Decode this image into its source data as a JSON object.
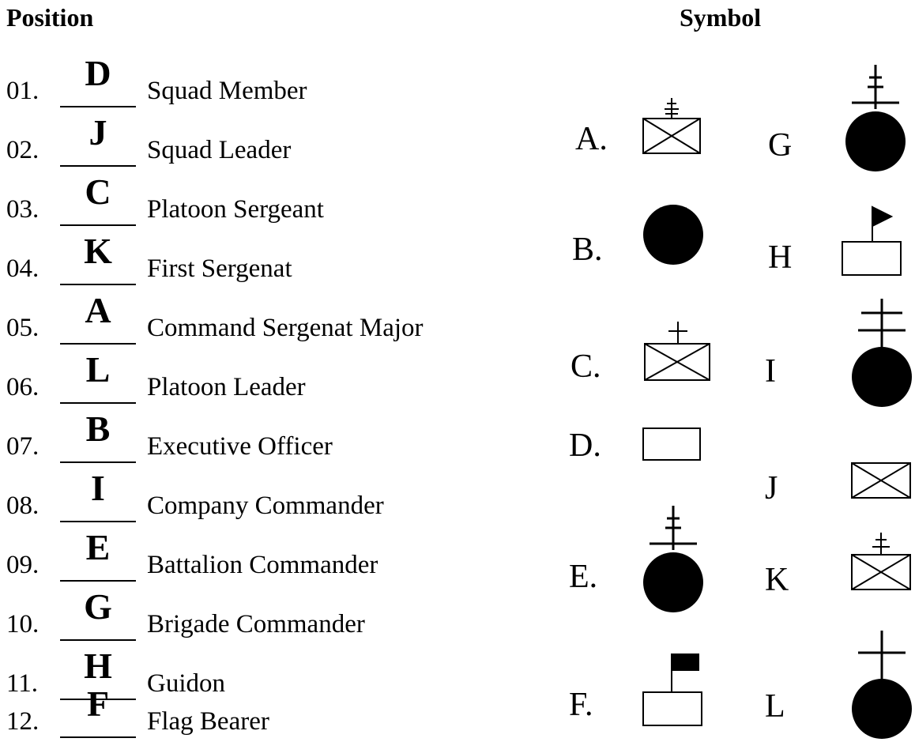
{
  "headers": {
    "position": "Position",
    "symbol": "Symbol"
  },
  "rows": [
    {
      "num": "01.",
      "answer": "D",
      "position": "Squad Member"
    },
    {
      "num": "02.",
      "answer": "J",
      "position": "Squad Leader"
    },
    {
      "num": "03.",
      "answer": "C",
      "position": "Platoon Sergeant"
    },
    {
      "num": "04.",
      "answer": "K",
      "position": "First Sergenat"
    },
    {
      "num": "05.",
      "answer": "A",
      "position": "Command Sergenat Major"
    },
    {
      "num": "06.",
      "answer": "L",
      "position": "Platoon Leader"
    },
    {
      "num": "07.",
      "answer": "B",
      "position": "Executive Officer"
    },
    {
      "num": "08.",
      "answer": "I",
      "position": "Company Commander"
    },
    {
      "num": "09.",
      "answer": "E",
      "position": "Battalion Commander"
    },
    {
      "num": "10.",
      "answer": "G",
      "position": "Brigade Commander"
    },
    {
      "num": "11.",
      "answer": "H",
      "position": "Guidon"
    },
    {
      "num": "12.",
      "answer": "F",
      "position": "Flag Bearer"
    }
  ],
  "symbols": {
    "A": {
      "label": "A.",
      "icon": "crossed-box-double-cross-icon"
    },
    "B": {
      "label": "B.",
      "icon": "filled-circle-double-bar-icon"
    },
    "C": {
      "label": "C.",
      "icon": "crossed-box-cross-icon"
    },
    "D": {
      "label": "D.",
      "icon": "empty-box-icon"
    },
    "E": {
      "label": "E.",
      "icon": "filled-circle-triple-cross-icon"
    },
    "F": {
      "label": "F.",
      "icon": "box-flag-rectangular-icon"
    },
    "G": {
      "label": "G",
      "icon": "filled-circle-triple-cross-icon"
    },
    "H": {
      "label": "H",
      "icon": "box-flag-triangular-icon"
    },
    "I": {
      "label": "I",
      "icon": "filled-circle-double-cross-icon"
    },
    "J": {
      "label": "J",
      "icon": "crossed-box-icon"
    },
    "K": {
      "label": "K",
      "icon": "crossed-box-double-cross-icon"
    },
    "L": {
      "label": "L",
      "icon": "filled-circle-single-cross-icon"
    }
  }
}
